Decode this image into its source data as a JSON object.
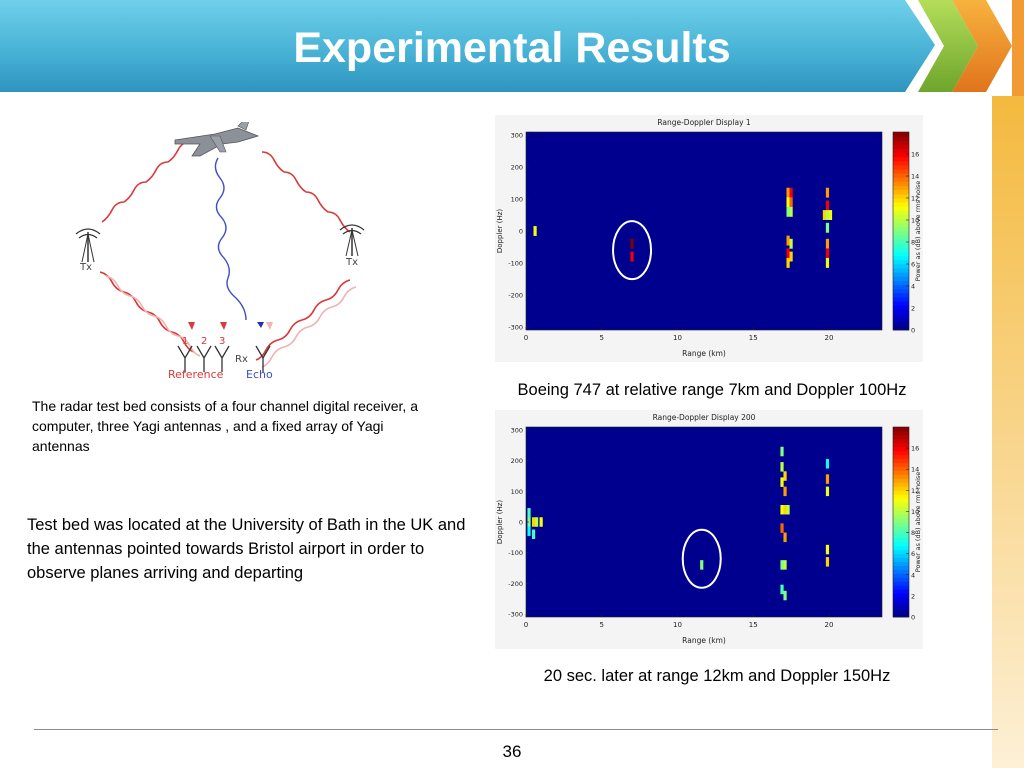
{
  "slide": {
    "title": "Experimental Results",
    "caption_text": "The radar test bed  consists of a four channel digital receiver, a computer, three  Yagi antennas , and a fixed array of  Yagi antennas",
    "body_text": "Test bed was located at the University of Bath in the UK and the  antennas pointed towards Bristol airport in order to observe planes arriving and departing",
    "chart1_caption": "Boeing 747 at relative range 7km and Doppler 100Hz",
    "chart2_caption": "20 sec. later at range 12km and Doppler 150Hz",
    "page_number": "36",
    "colors": {
      "title_band": "#4fb9d8",
      "accent_green": "#8fc640",
      "accent_orange": "#f29a33",
      "plot_background": "#00008f",
      "strip": "#f4b93e"
    }
  },
  "diagram": {
    "tx_label": "Tx",
    "rx_label": "Rx",
    "reference_label": "Reference",
    "echo_label": "Echo",
    "antenna_numbers": [
      "1",
      "2",
      "3"
    ],
    "icon": "aircraft-icon"
  },
  "chart_data": [
    {
      "type": "heatmap",
      "title": "Range-Doppler Display 1",
      "xlabel": "Range (km)",
      "ylabel": "Doppler (Hz)",
      "xlim": [
        0,
        23.5
      ],
      "ylim": [
        -310,
        310
      ],
      "xticks": [
        0,
        5,
        10,
        15,
        20
      ],
      "yticks": [
        300,
        200,
        100,
        0,
        -100,
        -200,
        -300
      ],
      "colorbar": {
        "label": "Power as (dB) above rms noise",
        "ticks": [
          0,
          2,
          4,
          6,
          8,
          10,
          12,
          14,
          16
        ],
        "range": [
          0,
          18
        ]
      },
      "annotation": {
        "shape": "ellipse",
        "x": 7.0,
        "y": -60
      },
      "cells": [
        {
          "x": 0.6,
          "y": 0,
          "value": 11
        },
        {
          "x": 7.0,
          "y": -40,
          "value": 18
        },
        {
          "x": 7.0,
          "y": -80,
          "value": 16
        },
        {
          "x": 17.3,
          "y": 120,
          "value": 13
        },
        {
          "x": 17.3,
          "y": 90,
          "value": 11
        },
        {
          "x": 17.3,
          "y": 60,
          "value": 9
        },
        {
          "x": 17.5,
          "y": 120,
          "value": 16
        },
        {
          "x": 17.5,
          "y": 90,
          "value": 14
        },
        {
          "x": 17.5,
          "y": 60,
          "value": 10
        },
        {
          "x": 17.3,
          "y": -30,
          "value": 13
        },
        {
          "x": 17.3,
          "y": -70,
          "value": 16
        },
        {
          "x": 17.3,
          "y": -100,
          "value": 12
        },
        {
          "x": 17.5,
          "y": -40,
          "value": 10
        },
        {
          "x": 17.5,
          "y": -80,
          "value": 12
        },
        {
          "x": 19.9,
          "y": 120,
          "value": 13
        },
        {
          "x": 19.9,
          "y": 80,
          "value": 16
        },
        {
          "x": 19.7,
          "y": 50,
          "value": 12
        },
        {
          "x": 20.1,
          "y": 50,
          "value": 11
        },
        {
          "x": 19.9,
          "y": 50,
          "value": 10
        },
        {
          "x": 19.9,
          "y": 10,
          "value": 9
        },
        {
          "x": 19.9,
          "y": -40,
          "value": 13
        },
        {
          "x": 19.9,
          "y": -70,
          "value": 16
        },
        {
          "x": 19.9,
          "y": -100,
          "value": 11
        }
      ]
    },
    {
      "type": "heatmap",
      "title": "Range-Doppler Display 200",
      "xlabel": "Range (km)",
      "ylabel": "Doppler (Hz)",
      "xlim": [
        0,
        23.5
      ],
      "ylim": [
        -310,
        310
      ],
      "xticks": [
        0,
        5,
        10,
        15,
        20
      ],
      "yticks": [
        300,
        200,
        100,
        0,
        -100,
        -200,
        -300
      ],
      "colorbar": {
        "label": "Power as (dB) above rms noise",
        "ticks": [
          0,
          2,
          4,
          6,
          8,
          10,
          12,
          14,
          16
        ],
        "range": [
          0,
          18
        ]
      },
      "annotation": {
        "shape": "ellipse",
        "x": 11.6,
        "y": -120
      },
      "cells": [
        {
          "x": 0.2,
          "y": 30,
          "value": 8
        },
        {
          "x": 0.2,
          "y": 0,
          "value": 9
        },
        {
          "x": 0.2,
          "y": -30,
          "value": 7
        },
        {
          "x": 0.5,
          "y": 0,
          "value": 12
        },
        {
          "x": 0.7,
          "y": 0,
          "value": 10
        },
        {
          "x": 1.0,
          "y": 0,
          "value": 11
        },
        {
          "x": 0.5,
          "y": -40,
          "value": 8
        },
        {
          "x": 11.6,
          "y": -140,
          "value": 9
        },
        {
          "x": 16.9,
          "y": 230,
          "value": 9
        },
        {
          "x": 16.9,
          "y": 180,
          "value": 10
        },
        {
          "x": 16.9,
          "y": 130,
          "value": 11
        },
        {
          "x": 17.1,
          "y": 150,
          "value": 12
        },
        {
          "x": 17.1,
          "y": 100,
          "value": 13
        },
        {
          "x": 16.9,
          "y": 40,
          "value": 11
        },
        {
          "x": 17.1,
          "y": 40,
          "value": 12
        },
        {
          "x": 17.3,
          "y": 40,
          "value": 10
        },
        {
          "x": 16.9,
          "y": -20,
          "value": 14
        },
        {
          "x": 17.1,
          "y": -50,
          "value": 13
        },
        {
          "x": 16.9,
          "y": -140,
          "value": 9
        },
        {
          "x": 17.1,
          "y": -140,
          "value": 10
        },
        {
          "x": 16.9,
          "y": -220,
          "value": 8
        },
        {
          "x": 17.1,
          "y": -240,
          "value": 9
        },
        {
          "x": 19.9,
          "y": 190,
          "value": 7
        },
        {
          "x": 19.9,
          "y": 140,
          "value": 13
        },
        {
          "x": 19.9,
          "y": 100,
          "value": 11
        },
        {
          "x": 19.9,
          "y": -90,
          "value": 11
        },
        {
          "x": 19.9,
          "y": -130,
          "value": 12
        }
      ]
    }
  ]
}
